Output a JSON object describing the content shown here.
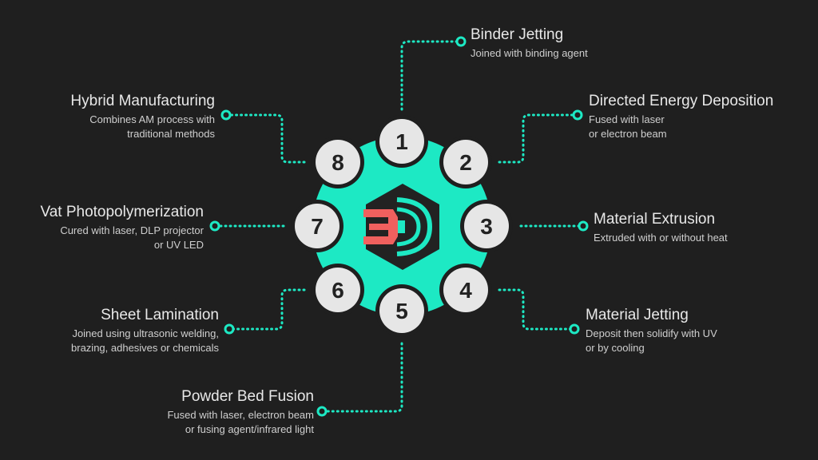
{
  "colors": {
    "background": "#1f1f1f",
    "accent": "#1de9c4",
    "circle": "#e6e6e6",
    "number": "#222222",
    "logo_red": "#f0605e",
    "logo_dark": "#222222"
  },
  "center_logo": {
    "icon": "3d-printing-logo-icon"
  },
  "processes": [
    {
      "number": "1",
      "title": "Binder Jetting",
      "desc": [
        "Joined with binding agent"
      ]
    },
    {
      "number": "2",
      "title": "Directed Energy Deposition",
      "desc": [
        "Fused with laser",
        "or electron beam"
      ]
    },
    {
      "number": "3",
      "title": "Material Extrusion",
      "desc": [
        "Extruded with or without heat"
      ]
    },
    {
      "number": "4",
      "title": "Material Jetting",
      "desc": [
        "Deposit then solidify with UV",
        "or by cooling"
      ]
    },
    {
      "number": "5",
      "title": "Powder Bed Fusion",
      "desc": [
        "Fused with laser, electron beam",
        "or fusing agent/infrared light"
      ]
    },
    {
      "number": "6",
      "title": "Sheet Lamination",
      "desc": [
        "Joined using ultrasonic welding,",
        "brazing, adhesives or chemicals"
      ]
    },
    {
      "number": "7",
      "title": "Vat Photopolymerization",
      "desc": [
        "Cured with laser, DLP projector",
        "or UV LED"
      ]
    },
    {
      "number": "8",
      "title": "Hybrid Manufacturing",
      "desc": [
        "Combines AM process with",
        "traditional methods"
      ]
    }
  ]
}
